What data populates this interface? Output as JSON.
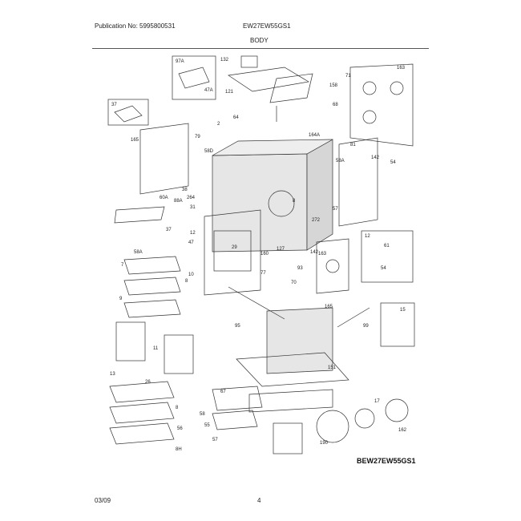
{
  "header": {
    "publication": "Publication No: 5995800531",
    "model": "EW27EW55GS1",
    "section": "BODY"
  },
  "diagram": {
    "image_code": "BEW27EW55GS1",
    "callouts": [
      "97A",
      "132",
      "163",
      "121",
      "64",
      "47A",
      "71",
      "158",
      "37",
      "68",
      "164A",
      "165",
      "2",
      "79",
      "58D",
      "58A",
      "142",
      "81",
      "38",
      "264",
      "8",
      "54",
      "60A",
      "31",
      "272",
      "29",
      "57",
      "12",
      "47",
      "12",
      "58A",
      "54",
      "93",
      "37",
      "77",
      "127",
      "160",
      "163",
      "88A",
      "70",
      "8",
      "165",
      "95",
      "10",
      "142",
      "7",
      "99",
      "11",
      "13",
      "15",
      "61",
      "9",
      "26",
      "67",
      "58",
      "55",
      "151",
      "190",
      "162",
      "17",
      "8",
      "57",
      "56",
      "8H"
    ]
  },
  "footer": {
    "date": "03/09",
    "page": "4"
  }
}
